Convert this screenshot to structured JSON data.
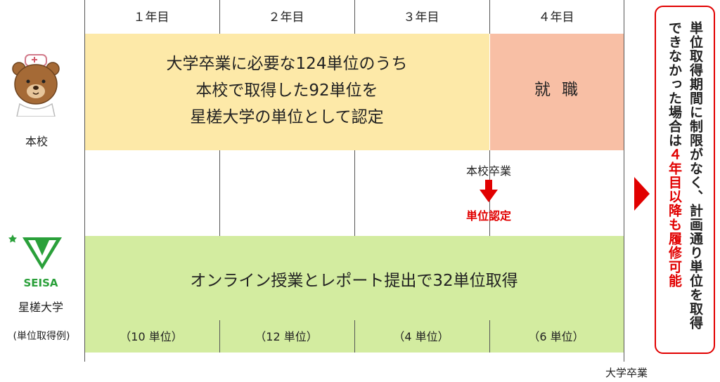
{
  "years": [
    "１年目",
    "２年目",
    "３年目",
    "４年目"
  ],
  "school": {
    "label": "本校",
    "main_lines": [
      "大学卒業に必要な124単位のうち",
      "本校で取得した92単位を",
      "星槎大学の単位として認定"
    ],
    "job": "就職",
    "graduation": "本校卒業",
    "certification": "単位認定"
  },
  "university": {
    "logo_text": "SEISA",
    "name": "星槎大学",
    "example_label": "(単位取得例)",
    "online_text": "オンライン授業とレポート提出で32単位取得",
    "credits": [
      "（10 単位）",
      "（12 単位）",
      "（4 単位）",
      "（6 単位）"
    ],
    "graduation": "大学卒業"
  },
  "note": {
    "line1": "単位取得期間に制限がなく、計画通り単位を取得",
    "line2_before": "できなかった場合は",
    "line2_highlight": "４年目以降も履修可能"
  },
  "colors": {
    "yellow": "#fde9a8",
    "pink": "#f8bfa5",
    "green": "#d3eca0",
    "accent_red": "#e10000",
    "logo_green": "#2aa03a"
  },
  "icons": [
    "bear-nurse-icon",
    "seisa-logo-icon",
    "down-arrow-icon",
    "right-triangle-icon"
  ]
}
